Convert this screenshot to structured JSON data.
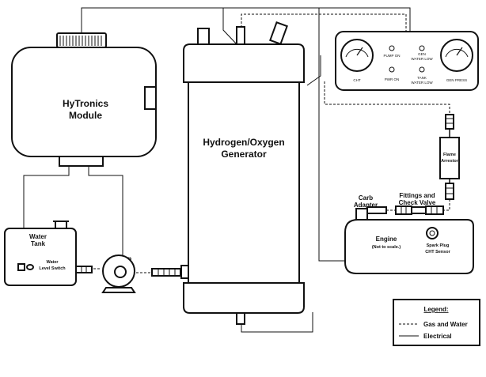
{
  "labels": {
    "module_line1": "HyTronics",
    "module_line2": "Module",
    "generator_line1": "Hydrogen/Oxygen",
    "generator_line2": "Generator",
    "water_tank_line1": "Water",
    "water_tank_line2": "Tank",
    "level_switch_line1": "Water",
    "level_switch_line2": "Level Switch",
    "pump": "Pump",
    "engine": "Engine",
    "engine_note": "(Not to scale.)",
    "spark_plug_line1": "Spark Plug",
    "spark_plug_line2": "CHT Sensor",
    "carb_adapter_line1": "Carb",
    "carb_adapter_line2": "Adapter",
    "fittings_line1": "Fittings and",
    "fittings_line2": "Check Valve",
    "flame_arrestor_line1": "Flame",
    "flame_arrestor_line2": "Arrestor"
  },
  "panel": {
    "gauge_left": "CHT",
    "gauge_right": "GEN PRESS",
    "pump_on": "PUMP ON",
    "gen_water_low_line1": "GEN",
    "gen_water_low_line2": "WATER LOW",
    "pwr_on": "PWR ON",
    "tank_water_low_line1": "TANK",
    "tank_water_low_line2": "WATER LOW"
  },
  "legend": {
    "title": "Legend:",
    "gas_water": "Gas and Water",
    "electrical": "Electrical"
  }
}
